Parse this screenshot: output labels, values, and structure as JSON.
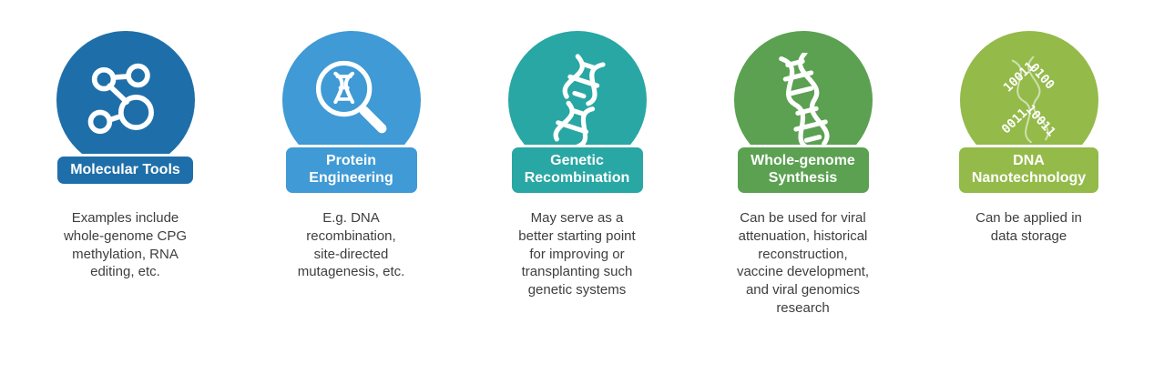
{
  "infographic": {
    "columns": [
      {
        "id": "molecular-tools",
        "title": "Molecular Tools",
        "description": "Examples include\nwhole-genome CPG\nmethylation, RNA\nediting, etc.",
        "color": "#1e6fa9",
        "icon": "molecule-icon"
      },
      {
        "id": "protein-engineering",
        "title": "Protein\nEngineering",
        "description": "E.g. DNA\nrecombination,\nsite-directed\nmutagenesis, etc.",
        "color": "#3f9ad5",
        "icon": "dna-magnifier-icon"
      },
      {
        "id": "genetic-recombination",
        "title": "Genetic\nRecombination",
        "description": "May serve as a\nbetter starting point\nfor improving or\ntransplanting such\ngenetic systems",
        "color": "#29a7a4",
        "icon": "dna-fragments-icon"
      },
      {
        "id": "whole-genome-synthesis",
        "title": "Whole-genome\nSynthesis",
        "description": "Can be used for viral\nattenuation, historical\nreconstruction,\nvaccine development,\nand viral genomics\nresearch",
        "color": "#5ba151",
        "icon": "dna-helix-icon"
      },
      {
        "id": "dna-nanotechnology",
        "title": "DNA\nNanotechnology",
        "description": "Can be applied in\ndata storage",
        "color": "#94ba49",
        "icon": "binary-dna-icon",
        "icon_digits": [
          "0100",
          "10011",
          "10011",
          "0011"
        ]
      }
    ]
  }
}
